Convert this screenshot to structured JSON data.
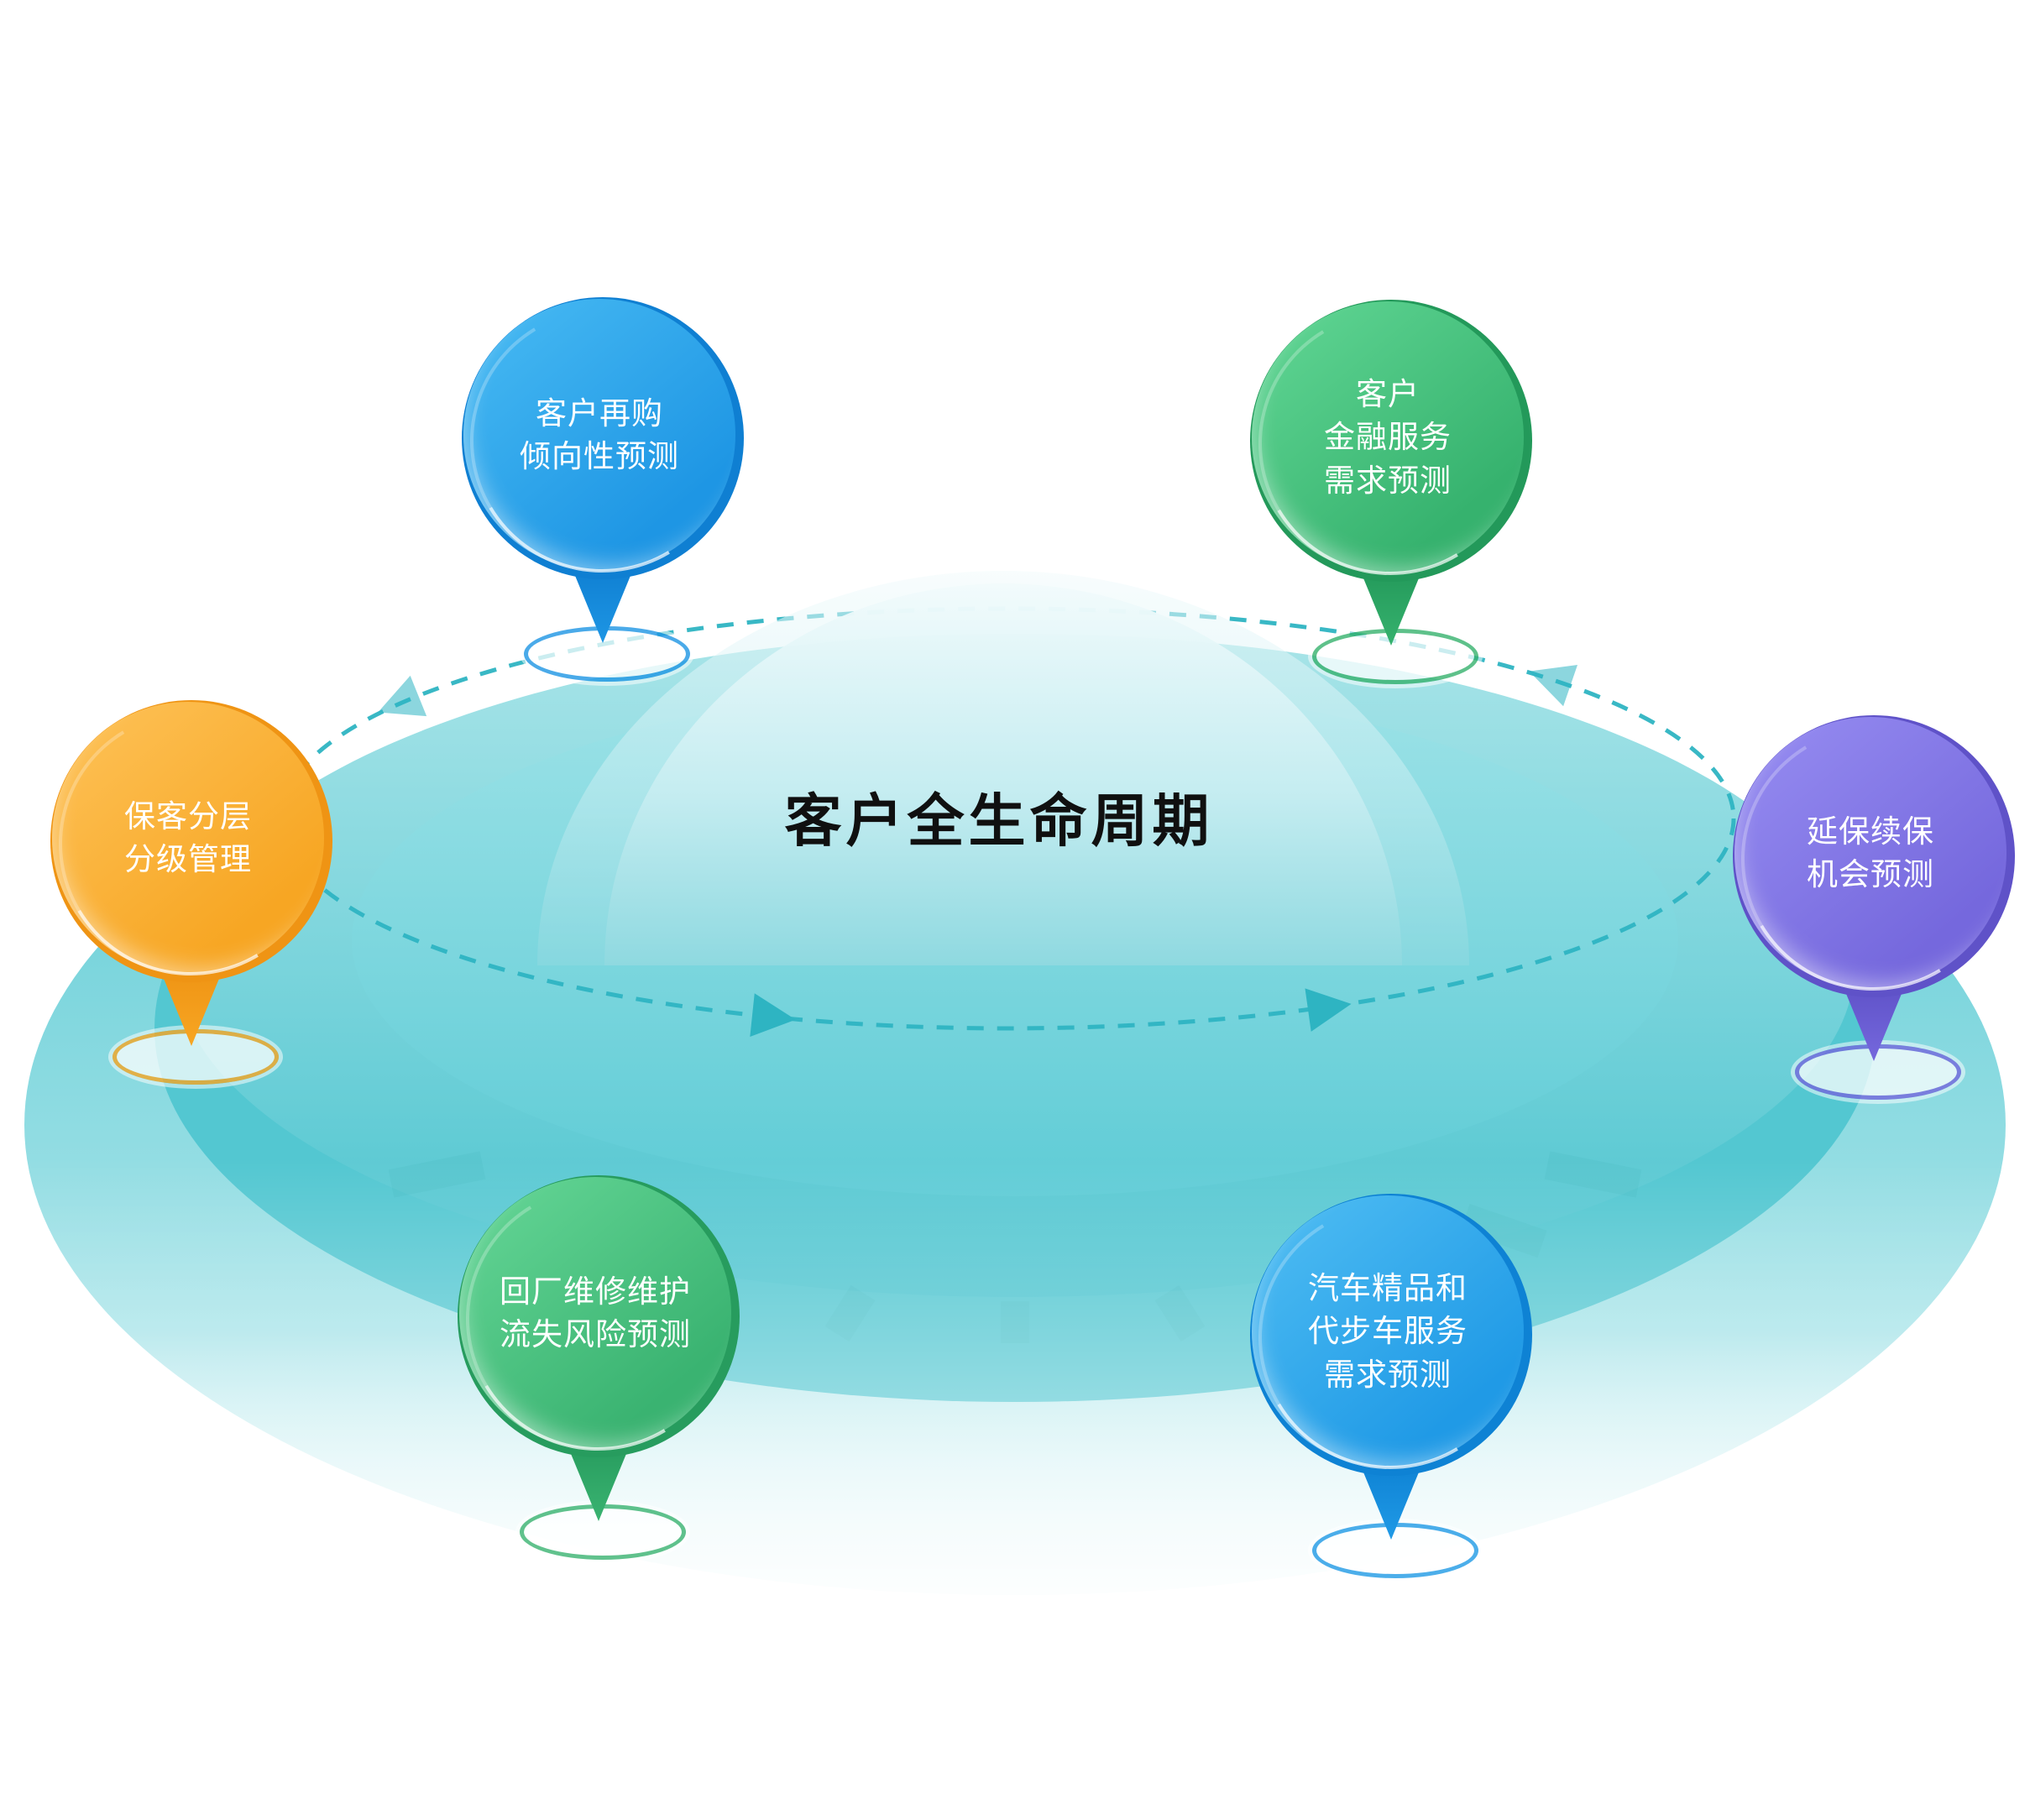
{
  "title": "客户全生命周期",
  "pins": [
    {
      "id": "repurchase-propensity",
      "label": "客户再购\n倾向性预测",
      "color_light": "#45b8f2",
      "color_mid": "#1e96e4",
      "color_dark": "#0f7fd2"
    },
    {
      "id": "financial-service-demand",
      "label": "客户\n金融服务\n需求预测",
      "color_light": "#5ed492",
      "color_mid": "#36b26e",
      "color_dark": "#23995a"
    },
    {
      "id": "customer-tier-management",
      "label": "保客分层\n分级管理",
      "color_light": "#fdc054",
      "color_mid": "#f7a623",
      "color_dark": "#ef9414"
    },
    {
      "id": "warranty-renewal-opportunity",
      "label": "延保续保\n机会预测",
      "color_light": "#948af0",
      "color_mid": "#7568dd",
      "color_dark": "#5f52c8"
    },
    {
      "id": "repair-churn-risk",
      "label": "回厂维修维护\n流失风险预测",
      "color_light": "#62d494",
      "color_mid": "#3ab371",
      "color_dark": "#279c5e"
    },
    {
      "id": "accessory-courtesy-car-demand",
      "label": "汽车精品和\n代步车服务\n需求预测",
      "color_light": "#4cbbf2",
      "color_mid": "#209ae6",
      "color_dark": "#0e82d4"
    }
  ],
  "colors": {
    "disc_top": "#a8e4e8",
    "disc_mid": "#53c7d1",
    "disc_deep": "#4cc4cf",
    "dome_light": "#f2fbfc",
    "dome_base": "#8fd9e0",
    "cycle_path": "#2eb4c2",
    "title_color": "#101010",
    "background": "#ffffff"
  }
}
